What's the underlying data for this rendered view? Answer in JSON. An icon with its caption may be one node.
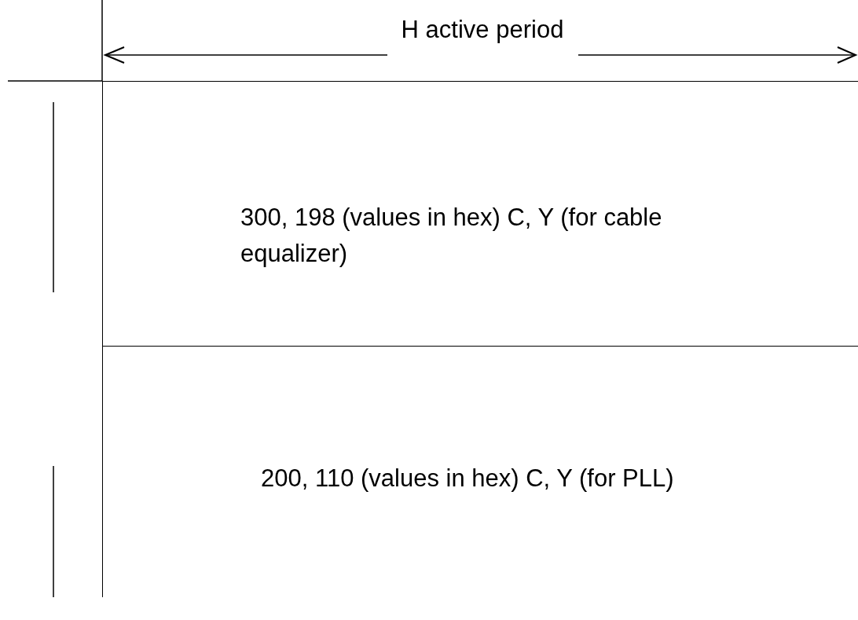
{
  "diagram": {
    "nodes": [
      {
        "text": [
          "300, 198 (values in hex) C, Y (for cable equalizer)"
        ]
      },
      {
        "text": [
          "200, 110 (values in hex) C, Y (for PLL)"
        ]
      }
    ],
    "labels": [
      "H active period"
    ]
  }
}
